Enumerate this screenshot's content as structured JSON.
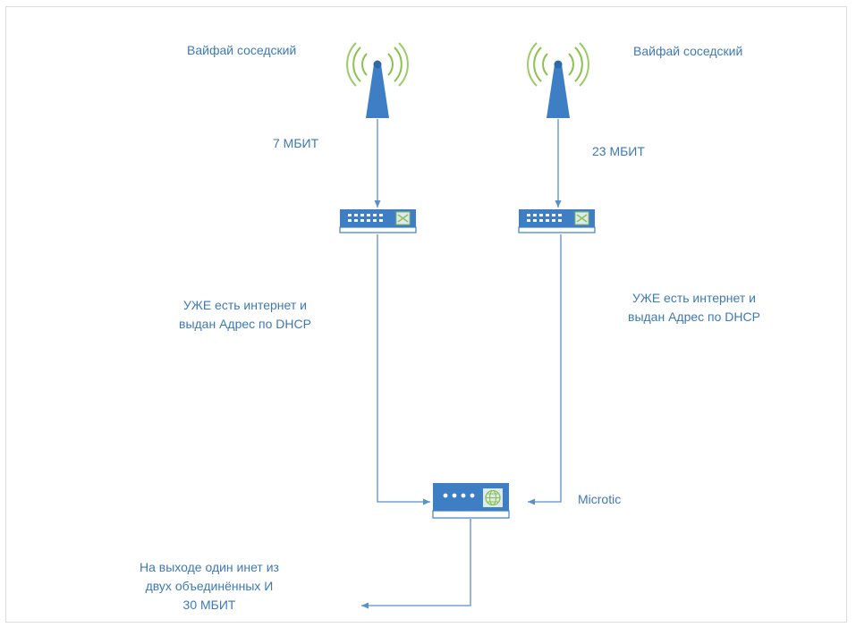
{
  "diagram": {
    "colors": {
      "device": "#3d7ec4",
      "device_light": "#dfe9f5",
      "wire": "#5b8fc7",
      "wave": "#8bc34a",
      "text": "#3d79b3",
      "border": "#dcdcdc"
    },
    "nodes": {
      "antenna_left": {
        "label": "Вайфай соседский",
        "icon": "wifi-antenna-icon"
      },
      "antenna_right": {
        "label": "Вайфай соседский",
        "icon": "wifi-antenna-icon"
      },
      "switch_left": {
        "icon": "network-switch-icon"
      },
      "switch_right": {
        "icon": "network-switch-icon"
      },
      "router": {
        "label": "Microtic",
        "icon": "router-globe-icon"
      }
    },
    "edges": {
      "antenna_left_to_switch_left": {
        "label": "7 МБИТ"
      },
      "antenna_right_to_switch_right": {
        "label": "23 МБИТ"
      },
      "switch_left_to_router": {
        "label_lines": [
          "УЖЕ есть интернет и",
          "выдан Адрес по  DHCP"
        ]
      },
      "switch_right_to_router": {
        "label_lines": [
          "УЖЕ есть интернет и",
          "выдан Адрес по  DHCP"
        ]
      },
      "router_output": {
        "label_lines": [
          "На выходе один инет из",
          "двух объединённых И",
          "30 МБИТ"
        ]
      }
    }
  }
}
